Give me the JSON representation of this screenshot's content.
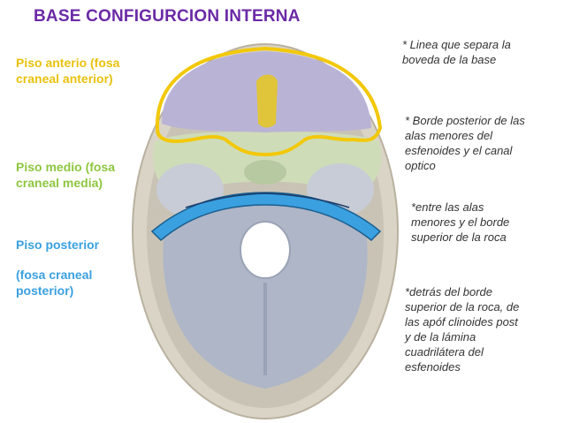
{
  "title": "BASE CONFIGURCION INTERNA",
  "colors": {
    "title": "#6b2aa6",
    "anterior": "#e8c20c",
    "middle": "#8ec63f",
    "posterior": "#3aa0e0",
    "note": "#333333"
  },
  "labels": {
    "anterior": [
      "Piso anterio (fosa",
      "craneal anterior)"
    ],
    "middle": [
      "Piso medio (fosa",
      "craneal media)"
    ],
    "posterior_1": "Piso posterior",
    "posterior_2": [
      "(fosa craneal",
      "posterior)"
    ]
  },
  "notes": {
    "n1": [
      "* Linea que separa la",
      "boveda de la base"
    ],
    "n2": [
      "* Borde posterior de las",
      "alas menores del",
      "esfenoides y el canal",
      "optico"
    ],
    "n3": [
      "*entre las alas",
      "menores y el borde",
      "superior de la roca"
    ],
    "n4": [
      "*detrás del borde",
      "superior de la roca, de",
      "las apóf clinoides post",
      "y de la lámina",
      "cuadrilátera del",
      "esfenoides"
    ]
  }
}
